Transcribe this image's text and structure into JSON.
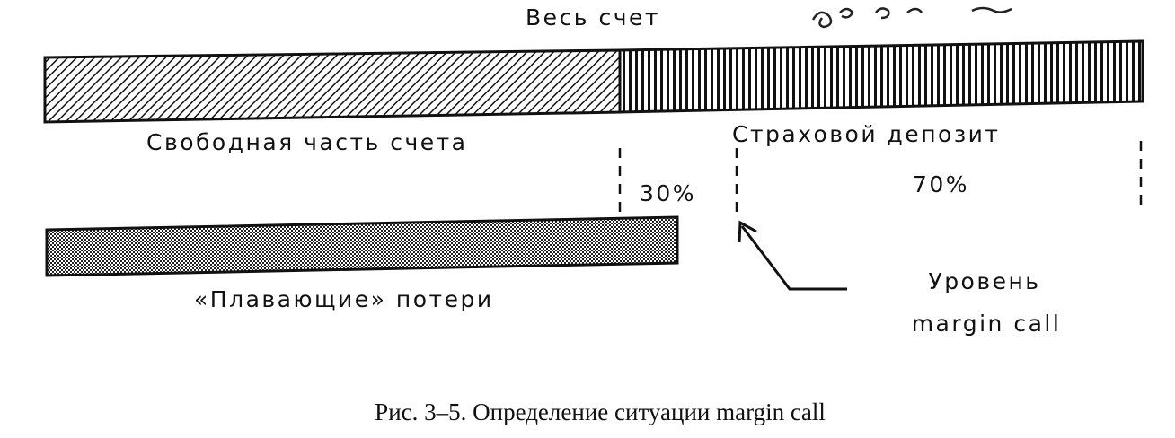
{
  "diagram": {
    "total_account_label": "Весь счет",
    "free_part_label": "Свободная часть счета",
    "margin_deposit_label": "Страховой депозит",
    "free_part_percent": "30%",
    "margin_deposit_percent": "70%",
    "floating_losses_label": "«Плавающие» потери",
    "margin_call_label_line1": "Уровень",
    "margin_call_label_line2": "margin call",
    "caption": "Рис. 3–5. Определение ситуации margin call"
  },
  "colors": {
    "ink": "#111111",
    "background": "#ffffff"
  }
}
